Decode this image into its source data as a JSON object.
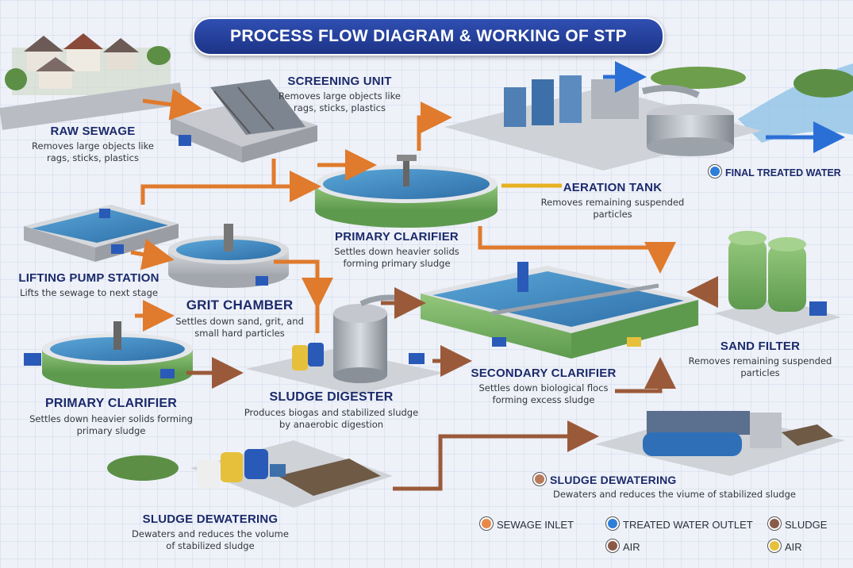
{
  "title": "PROCESS FLOW DIAGRAM & WORKING OF STP",
  "stages": {
    "raw_sewage": {
      "title": "RAW SEWAGE",
      "desc1": "Removes large objects like",
      "desc2": "rags, sticks, plastics"
    },
    "screening_unit": {
      "title": "SCREENING UNIT",
      "desc1": "Removes large objects like",
      "desc2": "rags, sticks, plastics"
    },
    "final_treated_water": {
      "title": "FINAL TREATED WATER"
    },
    "aeration_tank": {
      "title": "AERATION TANK",
      "desc1": "Removes remaining suspended",
      "desc2": "particles"
    },
    "primary_clarifier_top": {
      "title": "PRIMARY CLARIFIER",
      "desc1": "Settles down heavier solids",
      "desc2": "forming primary sludge"
    },
    "lifting_pump_station": {
      "title": "LIFTING PUMP STATION",
      "desc1": "Lifts the sewage to next stage"
    },
    "grit_chamber": {
      "title": "GRIT CHAMBER",
      "desc1": "Settles down sand, grit, and",
      "desc2": "small hard particles"
    },
    "sand_filter": {
      "title": "SAND FILTER",
      "desc1": "Removes remaining suspended",
      "desc2": "particles"
    },
    "secondary_clarifier": {
      "title": "SECONDARY CLARIFIER",
      "desc1": "Settles down biological flocs",
      "desc2": "forming excess sludge"
    },
    "primary_clarifier_bottom": {
      "title": "PRIMARY CLARIFIER",
      "desc1": "Settles down heavier solids forming",
      "desc2": "primary sludge"
    },
    "sludge_digester": {
      "title": "SLUDGE DIGESTER",
      "desc1": "Produces biogas and stabilized sludge",
      "desc2": "by anaerobic digestion"
    },
    "sludge_dewatering_right": {
      "title": "SLUDGE DEWATERING",
      "desc1": "Dewaters and reduces the viume of stabilized sludge"
    },
    "sludge_dewatering_left": {
      "title": "SLUDGE DEWATERING",
      "desc1": "Dewaters and reduces the volume",
      "desc2": "of stabilized sludge"
    }
  },
  "legend": [
    {
      "label": "SEWAGE INLET",
      "color": "#e8894a"
    },
    {
      "label": "TREATED WATER OUTLET",
      "color": "#2f7fd8"
    },
    {
      "label": "SLUDGE",
      "color": "#8a5a48"
    },
    {
      "label": "AIR",
      "color": "#8a5a48"
    },
    {
      "label": "AIR",
      "color": "#e6c03a"
    }
  ],
  "colors": {
    "flow_orange": "#e07a2c",
    "flow_blue": "#2a6fd6",
    "flow_brown": "#9a5a3a",
    "title_bg": "#233c9c",
    "tank_green": "#7fb56a",
    "water": "#3d8ec9"
  }
}
